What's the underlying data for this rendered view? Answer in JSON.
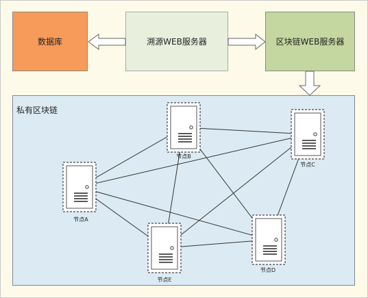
{
  "boxes": {
    "database": "数据库",
    "trace_server": "溯源WEB服务器",
    "blockchain_server": "区块链WEB服务器"
  },
  "private_chain": {
    "title": "私有区块链"
  },
  "nodes": [
    {
      "id": "A",
      "label": "节点A"
    },
    {
      "id": "B",
      "label": "节点B"
    },
    {
      "id": "C",
      "label": "节点C"
    },
    {
      "id": "D",
      "label": "节点D"
    },
    {
      "id": "E",
      "label": "节点E"
    }
  ],
  "links": [
    [
      "A",
      "B"
    ],
    [
      "A",
      "C"
    ],
    [
      "A",
      "D"
    ],
    [
      "B",
      "C"
    ],
    [
      "B",
      "D"
    ],
    [
      "B",
      "E"
    ],
    [
      "C",
      "E"
    ],
    [
      "C",
      "D"
    ],
    [
      "E",
      "D"
    ],
    [
      "E",
      "A"
    ]
  ],
  "colors": {
    "database_fill": "#f79b5a",
    "trace_fill": "#e9efdd",
    "blockchain_fill": "#c4d7a0",
    "private_chain_fill": "#dcebf3"
  }
}
